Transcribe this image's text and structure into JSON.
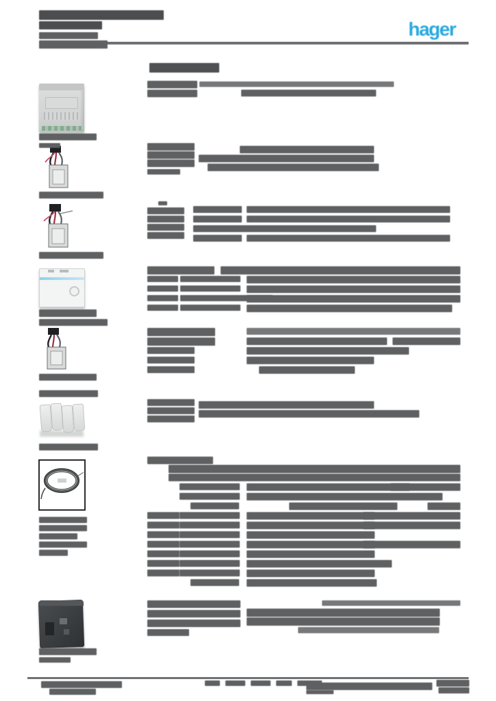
{
  "brand": {
    "logo_text": "hager",
    "logo_color": "#29a9df"
  },
  "text_legibility": "all-body-text-blurred-illegible",
  "colors": {
    "bar_default": "#5e6062",
    "bar_light": "#76787a",
    "bar_dark": "#4b4d4f",
    "rule": "#6f7173"
  },
  "photos": [
    {
      "id": "product1",
      "type": "grey-din-rail-module"
    },
    {
      "id": "product2",
      "type": "flush-micro-module-with-wires"
    },
    {
      "id": "product3",
      "type": "flush-micro-module-with-wires"
    },
    {
      "id": "product4",
      "type": "white-din-module-cyan-stripe"
    },
    {
      "id": "product5",
      "type": "flush-micro-module-with-wires"
    },
    {
      "id": "product6",
      "type": "set-of-four-clips"
    },
    {
      "id": "product7",
      "type": "coiled-cable-framed-photo"
    },
    {
      "id": "product8",
      "type": "dark-din-module"
    }
  ],
  "redaction_groups": {
    "header": [
      [
        57,
        15,
        182,
        14,
        "#4b4d4f"
      ],
      [
        57,
        31,
        92,
        12,
        "#4b4d4f"
      ],
      [
        57,
        47,
        86,
        10
      ],
      [
        57,
        59,
        100,
        12
      ]
    ],
    "section_title": [
      [
        218,
        92,
        102,
        14,
        "#4f5153"
      ]
    ],
    "product1_text": [
      [
        215,
        118,
        73,
        11
      ],
      [
        291,
        119,
        284,
        8,
        "#76787a"
      ],
      [
        215,
        131,
        73,
        11
      ],
      [
        352,
        131,
        197,
        10
      ]
    ],
    "product1_caption": [
      [
        57,
        195,
        84,
        10
      ],
      [
        57,
        209,
        31,
        7
      ]
    ],
    "product2_text": [
      [
        215,
        209,
        69,
        11
      ],
      [
        215,
        221,
        69,
        11
      ],
      [
        215,
        233,
        69,
        11
      ],
      [
        215,
        247,
        48,
        8
      ],
      [
        350,
        213,
        196,
        11
      ],
      [
        290,
        226,
        256,
        11
      ],
      [
        303,
        239,
        250,
        11
      ]
    ],
    "product2_caption": [
      [
        57,
        280,
        94,
        10
      ]
    ],
    "product3_text": [
      [
        231,
        294,
        13,
        6
      ],
      [
        215,
        303,
        54,
        10
      ],
      [
        215,
        315,
        54,
        10
      ],
      [
        215,
        327,
        54,
        10
      ],
      [
        215,
        339,
        54,
        10
      ],
      [
        282,
        301,
        71,
        10
      ],
      [
        360,
        301,
        297,
        10
      ],
      [
        282,
        315,
        71,
        10
      ],
      [
        360,
        315,
        297,
        10
      ],
      [
        282,
        329,
        267,
        10
      ],
      [
        282,
        343,
        71,
        10
      ],
      [
        360,
        343,
        297,
        10
      ]
    ],
    "product3_caption": [
      [
        57,
        368,
        94,
        10
      ]
    ],
    "product4_text": [
      [
        215,
        389,
        98,
        12
      ],
      [
        322,
        389,
        350,
        12
      ],
      [
        215,
        403,
        45,
        9
      ],
      [
        263,
        403,
        88,
        9
      ],
      [
        360,
        403,
        312,
        11
      ],
      [
        215,
        417,
        45,
        9
      ],
      [
        263,
        417,
        88,
        9
      ],
      [
        360,
        417,
        312,
        11
      ],
      [
        215,
        431,
        45,
        9
      ],
      [
        263,
        431,
        135,
        9
      ],
      [
        360,
        431,
        312,
        11
      ],
      [
        215,
        445,
        45,
        9
      ],
      [
        263,
        445,
        88,
        9
      ],
      [
        360,
        445,
        300,
        11
      ]
    ],
    "product4_caption": [
      [
        57,
        452,
        84,
        11
      ],
      [
        57,
        466,
        100,
        10
      ]
    ],
    "product5_text": [
      [
        215,
        479,
        99,
        12
      ],
      [
        360,
        479,
        312,
        10,
        "#76787a"
      ],
      [
        215,
        493,
        99,
        12
      ],
      [
        360,
        493,
        205,
        11
      ],
      [
        573,
        493,
        99,
        11
      ],
      [
        215,
        507,
        69,
        10
      ],
      [
        360,
        507,
        237,
        11
      ],
      [
        215,
        521,
        69,
        10
      ],
      [
        360,
        521,
        186,
        11
      ],
      [
        215,
        535,
        69,
        10
      ],
      [
        378,
        535,
        140,
        11
      ]
    ],
    "product5_caption": [
      [
        57,
        546,
        84,
        10
      ],
      [
        57,
        570,
        86,
        10
      ]
    ],
    "product6_text": [
      [
        215,
        583,
        69,
        10
      ],
      [
        215,
        595,
        69,
        10
      ],
      [
        215,
        607,
        69,
        10
      ],
      [
        290,
        586,
        256,
        11
      ],
      [
        290,
        599,
        322,
        11
      ]
    ],
    "product6_caption": [
      [
        57,
        648,
        86,
        10
      ]
    ],
    "product7_text": [
      [
        215,
        667,
        96,
        11
      ],
      [
        246,
        679,
        426,
        12
      ],
      [
        246,
        692,
        426,
        11
      ],
      [
        262,
        706,
        88,
        10
      ],
      [
        360,
        706,
        238,
        11
      ],
      [
        570,
        706,
        102,
        11
      ],
      [
        262,
        720,
        88,
        10
      ],
      [
        360,
        720,
        286,
        11
      ],
      [
        278,
        734,
        71,
        10
      ],
      [
        422,
        734,
        158,
        11
      ],
      [
        624,
        734,
        48,
        11
      ],
      [
        215,
        748,
        47,
        10
      ],
      [
        262,
        748,
        88,
        10
      ],
      [
        360,
        748,
        187,
        11
      ],
      [
        530,
        748,
        142,
        11
      ],
      [
        215,
        762,
        47,
        10
      ],
      [
        262,
        762,
        88,
        10
      ],
      [
        360,
        762,
        187,
        11
      ],
      [
        530,
        762,
        142,
        11
      ],
      [
        215,
        776,
        47,
        10
      ],
      [
        262,
        776,
        88,
        10
      ],
      [
        360,
        776,
        187,
        11
      ],
      [
        215,
        790,
        47,
        10
      ],
      [
        262,
        790,
        88,
        10
      ],
      [
        360,
        790,
        187,
        11
      ],
      [
        530,
        790,
        142,
        11
      ],
      [
        215,
        804,
        47,
        10
      ],
      [
        262,
        804,
        88,
        10
      ],
      [
        360,
        804,
        187,
        11
      ],
      [
        215,
        818,
        47,
        10
      ],
      [
        262,
        818,
        88,
        10
      ],
      [
        360,
        818,
        212,
        11
      ],
      [
        215,
        832,
        47,
        10
      ],
      [
        262,
        832,
        88,
        10
      ],
      [
        360,
        832,
        187,
        11
      ],
      [
        278,
        846,
        71,
        10
      ],
      [
        360,
        846,
        190,
        11
      ]
    ],
    "product7_caption": [
      [
        57,
        755,
        70,
        9
      ],
      [
        57,
        767,
        70,
        9
      ],
      [
        57,
        779,
        56,
        9
      ],
      [
        57,
        791,
        70,
        9
      ],
      [
        57,
        803,
        42,
        9
      ]
    ],
    "product8_text": [
      [
        470,
        877,
        202,
        8,
        "#76787a"
      ],
      [
        215,
        877,
        136,
        11
      ],
      [
        215,
        891,
        136,
        11
      ],
      [
        360,
        889,
        282,
        12
      ],
      [
        215,
        905,
        136,
        11
      ],
      [
        360,
        902,
        282,
        12
      ],
      [
        215,
        919,
        61,
        10
      ],
      [
        435,
        916,
        206,
        9,
        "#76787a"
      ]
    ],
    "product8_caption": [
      [
        57,
        947,
        84,
        10
      ],
      [
        57,
        960,
        46,
        8
      ]
    ],
    "footer": [
      [
        60,
        995,
        118,
        10
      ],
      [
        72,
        1006,
        68,
        9
      ],
      [
        299,
        994,
        22,
        8
      ],
      [
        329,
        994,
        29,
        8
      ],
      [
        366,
        994,
        29,
        8
      ],
      [
        403,
        994,
        23,
        8
      ],
      [
        434,
        994,
        36,
        8
      ],
      [
        447,
        997,
        184,
        11
      ],
      [
        447,
        1008,
        40,
        6
      ],
      [
        637,
        993,
        48,
        10
      ],
      [
        640,
        1004,
        45,
        9
      ]
    ]
  }
}
